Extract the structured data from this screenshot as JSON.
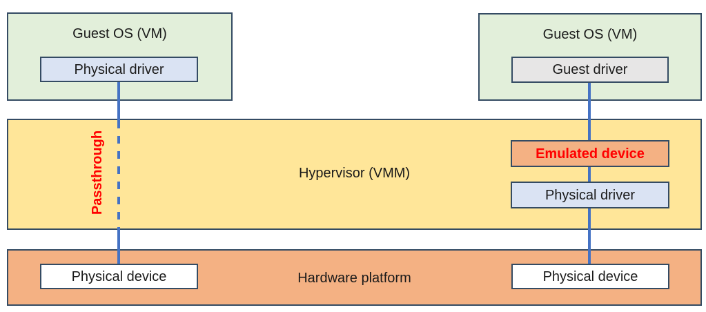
{
  "colors": {
    "section_border": "#344B63",
    "connector_blue": "#4472C4",
    "guest_os_fill": "#E2EFDA",
    "hypervisor_fill": "#FFE699",
    "hardware_fill": "#F4B183",
    "emulated_device_fill": "#F4B183",
    "physical_driver_fill": "#DAE3F3",
    "guest_driver_fill": "#E7E6E6",
    "physical_device_fill": "#FFFFFF",
    "highlight_red": "#FF0000"
  },
  "guest_os_left": {
    "title": "Guest OS (VM)",
    "physical_driver": "Physical driver"
  },
  "guest_os_right": {
    "title": "Guest OS (VM)",
    "guest_driver": "Guest driver"
  },
  "hypervisor": {
    "title": "Hypervisor (VMM)",
    "passthrough_label": "Passthrough",
    "emulated_device": "Emulated device",
    "physical_driver": "Physical driver"
  },
  "hardware": {
    "title": "Hardware platform",
    "physical_device_left": "Physical device",
    "physical_device_right": "Physical device"
  }
}
